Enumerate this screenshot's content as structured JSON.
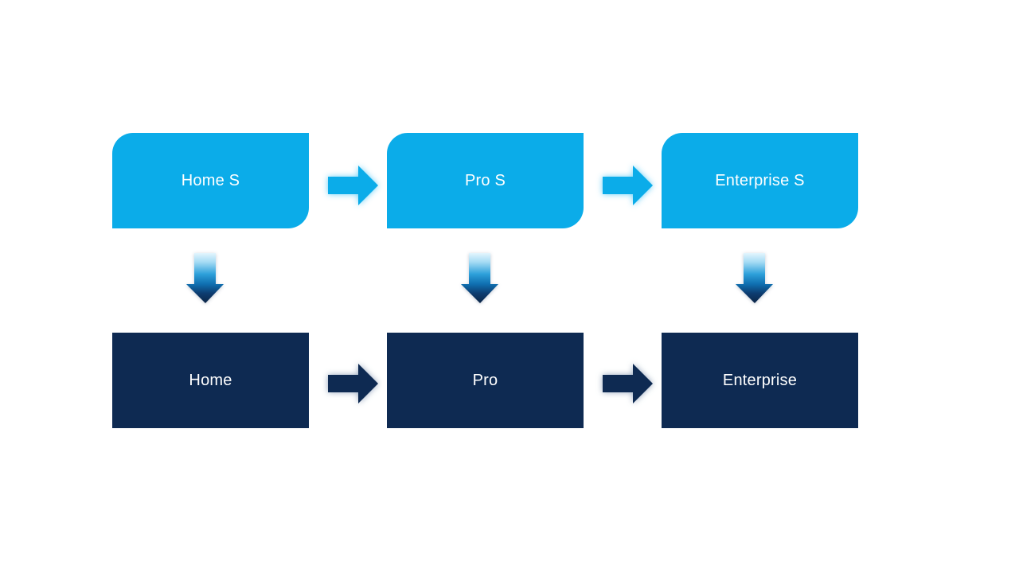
{
  "diagram": {
    "top_row": [
      {
        "label": "Home S"
      },
      {
        "label": "Pro S"
      },
      {
        "label": "Enterprise S"
      }
    ],
    "bottom_row": [
      {
        "label": "Home"
      },
      {
        "label": "Pro"
      },
      {
        "label": "Enterprise"
      }
    ],
    "colors": {
      "primary_cyan": "#0BACE9",
      "dark_navy": "#0E2A52",
      "down_arrow_gradient_top": "#E0F4FD",
      "down_arrow_gradient_bottom": "#0C2546",
      "background": "#FFFFFF",
      "label_text": "#FFFFFF"
    }
  }
}
